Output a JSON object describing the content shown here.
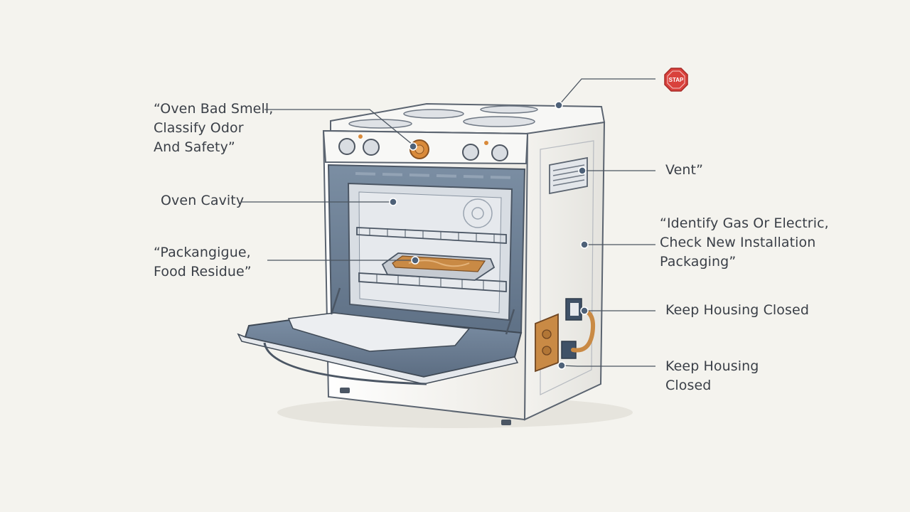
{
  "diagram": {
    "subject": "freestanding oven with open door",
    "colors": {
      "background": "#f4f3ee",
      "body": "#ffffff",
      "outline": "#5b6470",
      "cavity": "#6e8196",
      "accent_knob": "#d98a3a",
      "copper": "#c98a45",
      "stop_red": "#d9413c",
      "leader_dot": "#4e6178"
    },
    "callouts": {
      "smell": "“Oven Bad Smell,\nClassify Odor\nAnd Safety”",
      "cavity": "Oven Cavity",
      "packaging": "“Packangiɡue,\nFood Residue”",
      "vent": "Vent”",
      "gas_electric": "“Identify Gas Or Electric,\nCheck New Installation\nPackaging”",
      "housing_1": "Keep Housing Closed",
      "housing_2": "Keep Housing\nClosed"
    },
    "stop_sign": {
      "text": "STAP",
      "icon": "stop-sign-icon"
    }
  }
}
